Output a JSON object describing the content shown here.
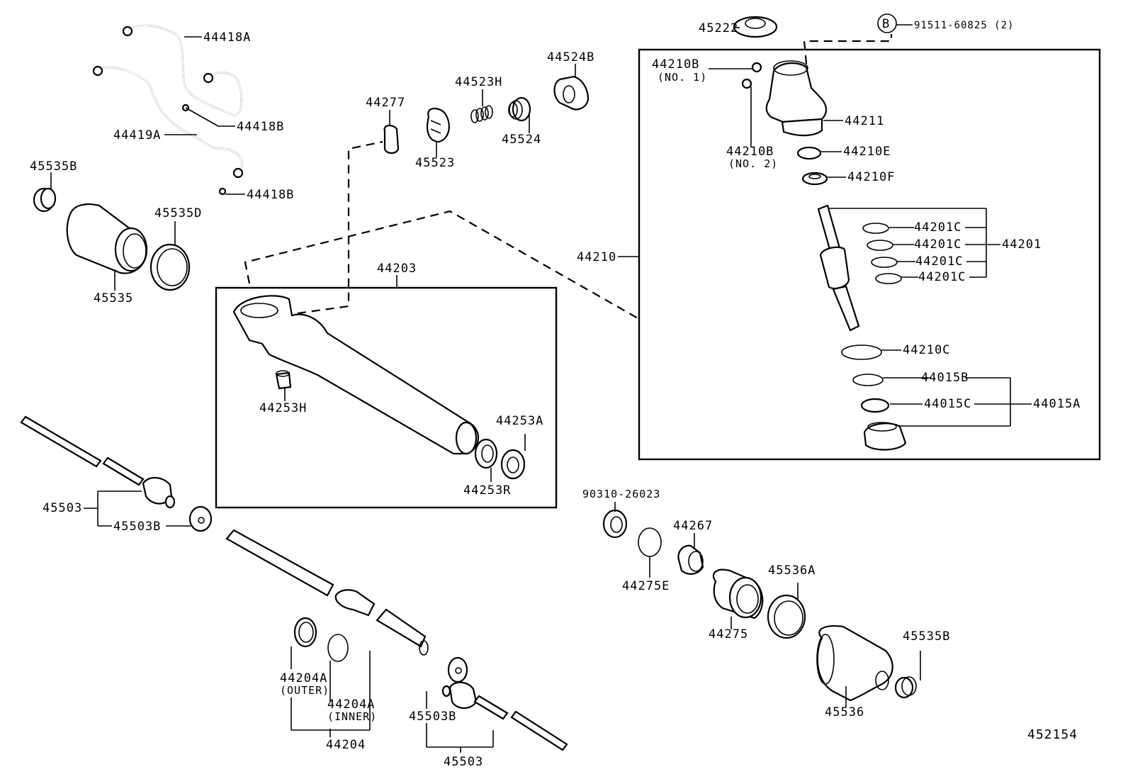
{
  "diagram": {
    "type": "exploded parts diagram",
    "subject": "Power steering rack and pinion assembly",
    "figure_number": "452154",
    "colors": {
      "line": "#000000",
      "background": "#ffffff"
    },
    "labels": {
      "p44418A": "44418A",
      "p44418B_1": "44418B",
      "p44419A": "44419A",
      "p44418B_2": "44418B",
      "p45535B_1": "45535B",
      "p45535D": "45535D",
      "p45535": "45535",
      "p44277": "44277",
      "p45523": "45523",
      "p44523H": "44523H",
      "p45524": "45524",
      "p44524B": "44524B",
      "p45222": "45222",
      "callout_B": "B",
      "p91511": "91511-60825 (2)",
      "p44210B_1": "44210B",
      "p44210B_1_note": "(NO. 1)",
      "p44210B_2": "44210B",
      "p44210B_2_note": "(NO. 2)",
      "p44211": "44211",
      "p44210E": "44210E",
      "p44210F": "44210F",
      "p44210": "44210",
      "p44201C_1": "44201C",
      "p44201C_2": "44201C",
      "p44201C_3": "44201C",
      "p44201C_4": "44201C",
      "p44201": "44201",
      "p44210C": "44210C",
      "p44015B": "44015B",
      "p44015C": "44015C",
      "p44015A": "44015A",
      "p44203": "44203",
      "p44253H": "44253H",
      "p44253A": "44253A",
      "p44253R": "44253R",
      "p45503_1": "45503",
      "p45503B_1": "45503B",
      "p44204A_outer": "44204A",
      "p44204A_outer_note": "(OUTER)",
      "p44204A_inner": "44204A",
      "p44204A_inner_note": "(INNER)",
      "p44204": "44204",
      "p45503B_2": "45503B",
      "p45503_2": "45503",
      "p90310": "90310-26023",
      "p44275E": "44275E",
      "p44267": "44267",
      "p44275": "44275",
      "p45536A": "45536A",
      "p45536": "45536",
      "p45535B_2": "45535B"
    }
  }
}
